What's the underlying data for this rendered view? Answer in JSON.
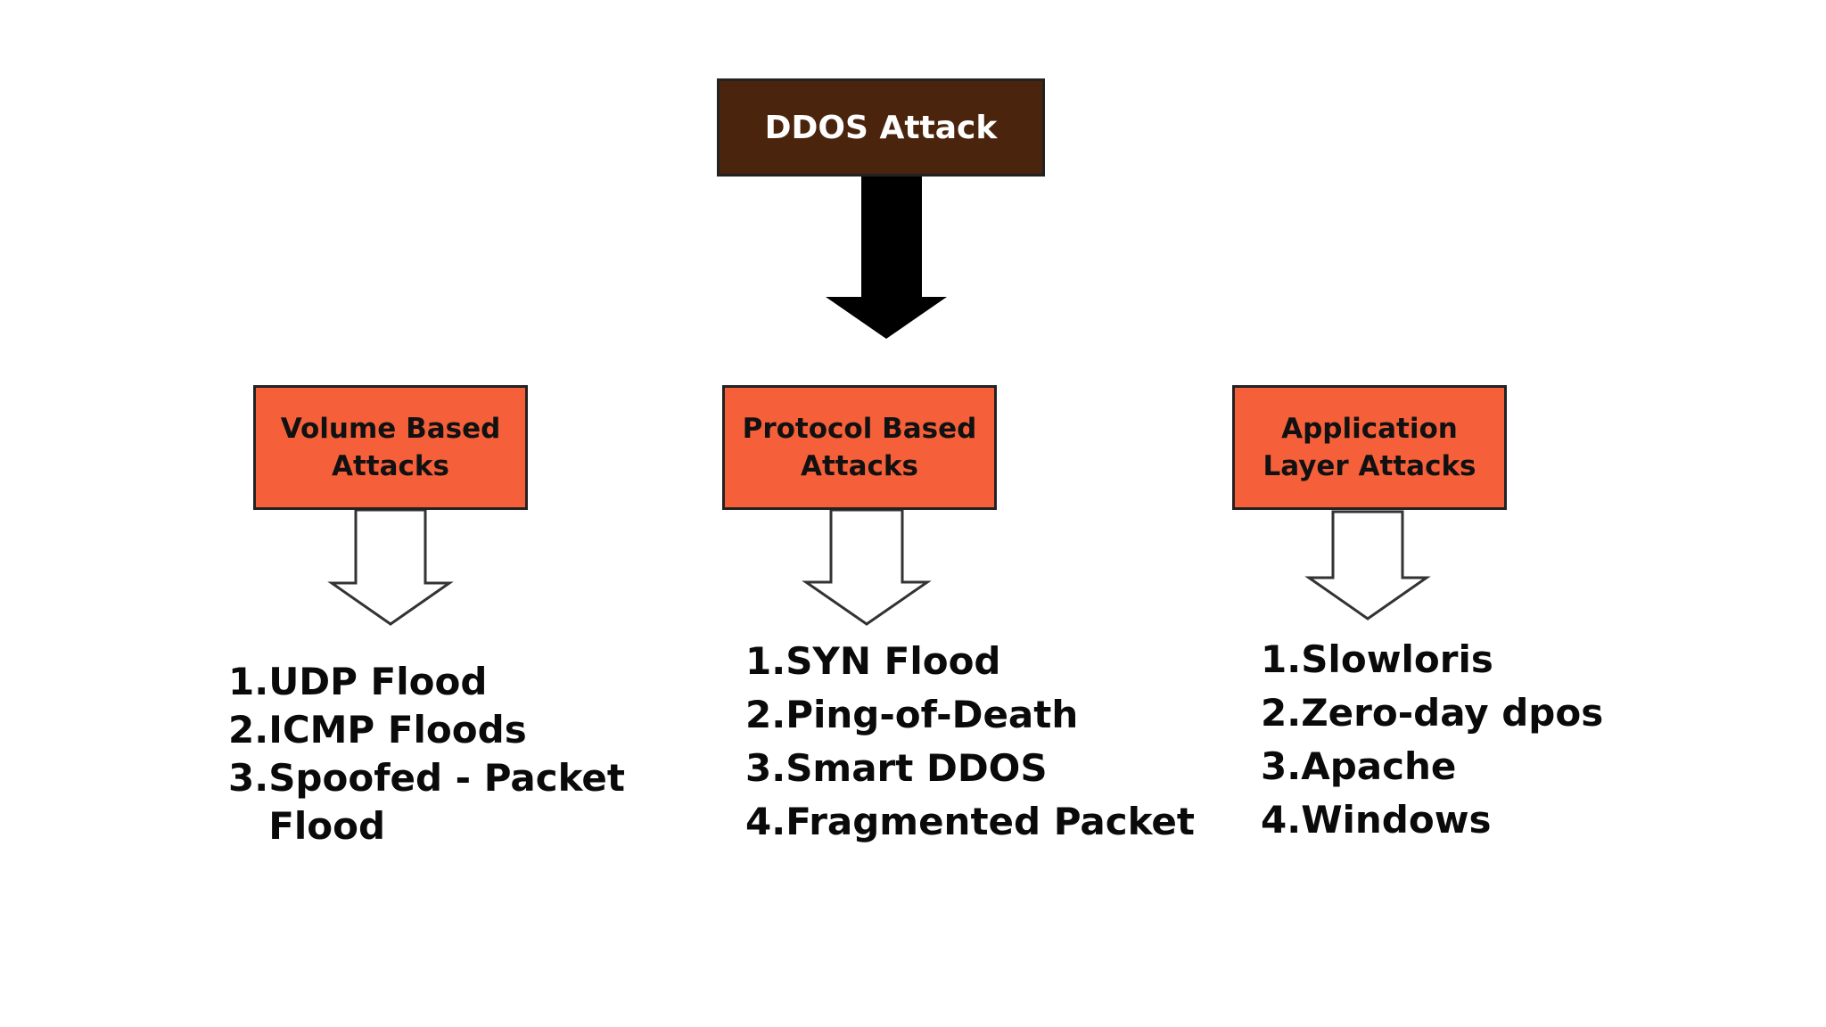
{
  "colors": {
    "root_fill": "#4a240c",
    "category_fill": "#f5603a",
    "border": "#222222",
    "arrow_solid": "#000000",
    "arrow_outline": "#333333"
  },
  "root": {
    "label": "DDOS Attack"
  },
  "categories": [
    {
      "title_line1": "Volume Based",
      "title_line2": "Attacks",
      "items": [
        {
          "num": "1.",
          "text": "UDP Flood"
        },
        {
          "num": "2.",
          "text": "ICMP Floods"
        },
        {
          "num": "3.",
          "text": "Spoofed - Packet\nFlood"
        }
      ]
    },
    {
      "title_line1": "Protocol Based",
      "title_line2": "Attacks",
      "items": [
        {
          "num": "1.",
          "text": "SYN Flood"
        },
        {
          "num": "2.",
          "text": "Ping-of-Death"
        },
        {
          "num": "3.",
          "text": "Smart DDOS"
        },
        {
          "num": "4.",
          "text": "Fragmented Packet"
        }
      ]
    },
    {
      "title_line1": "Application",
      "title_line2": "Layer Attacks",
      "items": [
        {
          "num": "1.",
          "text": "Slowloris"
        },
        {
          "num": "2.",
          "text": "Zero-day dpos"
        },
        {
          "num": "3.",
          "text": "Apache"
        },
        {
          "num": "4.",
          "text": "Windows"
        }
      ]
    }
  ]
}
